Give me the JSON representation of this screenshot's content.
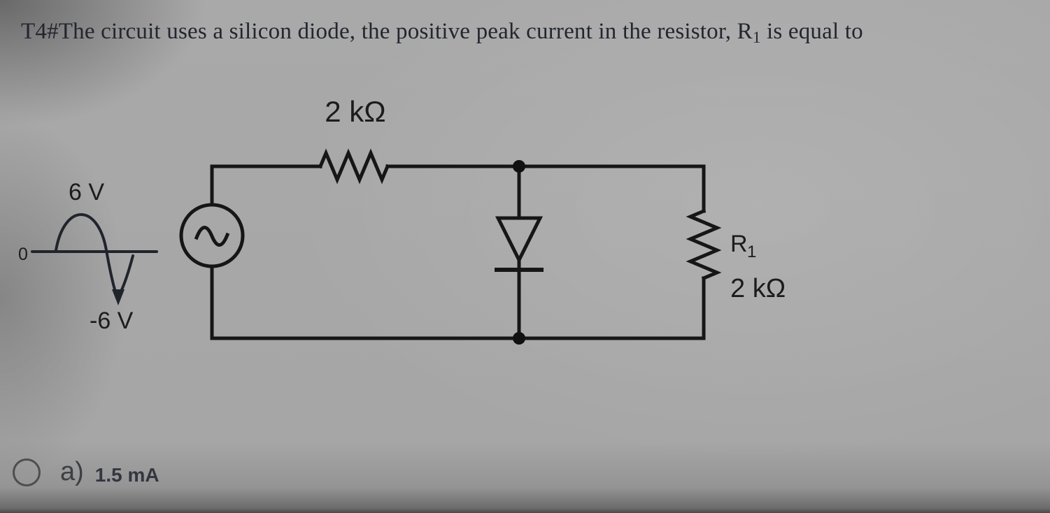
{
  "question": {
    "text_before": "T4#The circuit uses a silicon diode, the positive peak current in the resistor, R",
    "resistor_subscript": "1",
    "text_after": " is equal to"
  },
  "circuit": {
    "top_resistor_value": "2 kΩ",
    "source_waveform": {
      "peak_positive": "6 V",
      "zero": "0",
      "peak_negative": "-6 V"
    },
    "r1": {
      "name": "R",
      "subscript": "1",
      "value": "2 kΩ"
    }
  },
  "options": [
    {
      "letter": "a)",
      "value": "1.5 mA"
    }
  ],
  "colors": {
    "ink": "#161616",
    "question_text": "#23262f",
    "background": "#a6a6a6"
  }
}
